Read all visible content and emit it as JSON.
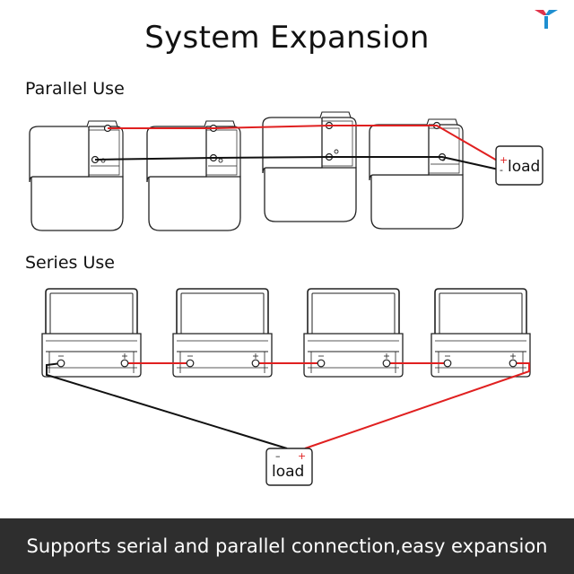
{
  "title": "System Expansion",
  "sections": {
    "parallel": {
      "label": "Parallel Use",
      "load_label": "load",
      "plus": "+",
      "minus": "-"
    },
    "series": {
      "label": "Series Use",
      "load_label": "load",
      "plus": "+",
      "minus": "–"
    }
  },
  "footer": "Supports serial and parallel connection,easy expansion",
  "colors": {
    "positive_wire": "#e02020",
    "negative_wire": "#111111",
    "footer_bg": "#2e2e2e",
    "logo_red": "#e0334a",
    "logo_blue": "#1f8fd0"
  },
  "icons": {
    "logo": "brand-logo-icon",
    "battery": "battery-icon",
    "terminal": "terminal-icon"
  }
}
